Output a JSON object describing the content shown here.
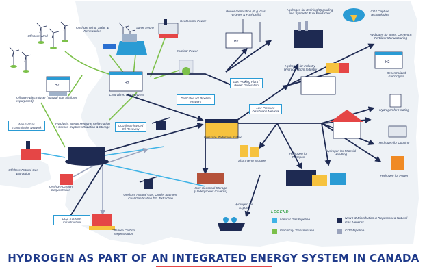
{
  "title": "HYDROGEN AS PART OF AN INTEGRATED ENERGY SYSTEM IN CANADA",
  "colors": {
    "land": "#eef2f6",
    "sea": "#ffffff",
    "natural_gas_pipeline": "#3fb3e6",
    "electricity": "#7cc04a",
    "h2_network": "#1e2a52",
    "co2_pipeline": "#9aa3bc",
    "title": "#1f3a8a",
    "title_underline": "#e54646",
    "legend_title": "#3aa34a"
  },
  "labels": {
    "offshore_wind": "Offshore Wind",
    "onshore_renewables": "Onshore Wind, Solar, & Renewables",
    "large_hydro": "Large Hydro",
    "geothermal": "Geothermal Power",
    "nuclear": "Nuclear Power",
    "centralized_electrolyzers": "Centralized Electrolyzers",
    "offshore_electrolyser": "Offshore Electrolyser (Natural Gas platform repurposed)",
    "power_generation": "Power Generation (E.g. Gas Turbines & Fuel Cells)",
    "refining": "Hydrogen for Refining/Upgrading and Synthetic Fuel Production",
    "co2_capture": "CO2 Capture Technologies",
    "steel_cement": "Hydrogen for Steel, Cement & Fertilizer Manufacturing",
    "decentralized_electrolysis": "Decentralized Electrolysis",
    "industry": "Hydrogen for Industry, Hydrogen from Industry",
    "gas_peaking_plant": "Gas Peaking Plant / Power Generation",
    "dedicated_h2_network": "Dedicated H2 Pipeline Network",
    "low_pressure_network": "Low-Pressure Distribution Network",
    "pressure_reduction": "Pressure Reduction Station",
    "heating": "Hydrogen for Heating",
    "cooking": "Hydrogen for Cooking",
    "power": "Hydrogen for Power",
    "natural_gas_network": "Natural Gas Transmission Network",
    "pyrolysis": "Pyrolysis, Steam Methane Reformation + Carbon Capture Utilization & Storage",
    "enhanced_oil_recovery": "CO2 for Enhanced Oil Recovery",
    "offshore_gas_extraction": "Offshore Natural Gas Extraction",
    "onshore_carbon_sequestration": "Onshore Carbon Sequestration",
    "onshore_gas": "Onshore Natural Gas, Crude, Bitumen, Coal Gasification Etc. Extraction",
    "inter_seasonal_storage": "Inter Seasonal Storage (Underground Caverns)",
    "short_term_storage": "Short-Term Storage",
    "transport": "Hydrogen for Transport",
    "material_handling": "Hydrogen for Material Handling",
    "co2_transport": "CO2 Transport Infrastructure",
    "offshore_carbon_sequestration": "Offshore Carbon Sequestration",
    "export": "Hydrogen for Export",
    "h2": "H2"
  },
  "legend": {
    "title": "LEGEND",
    "items": [
      {
        "label": "Natural Gas Pipeline",
        "color": "#3fb3e6"
      },
      {
        "label": "New H2 Distribution & Repurposed Natural Gas Network",
        "color": "#1e2a52"
      },
      {
        "label": "Electricity Transmission",
        "color": "#7cc04a"
      },
      {
        "label": "CO2 Pipeline",
        "color": "#9aa3bc"
      }
    ]
  }
}
